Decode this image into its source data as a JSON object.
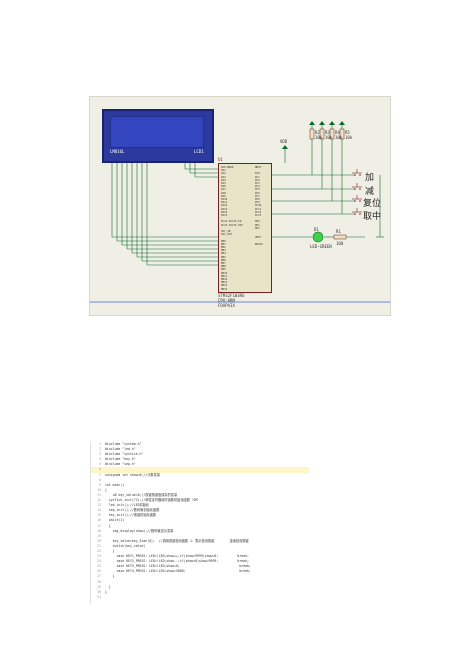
{
  "schematic": {
    "lcd_part": "LM016L",
    "lcd_ref": "LCD1",
    "mcu_ref": "U1",
    "mcu_part": "STM32F103R6",
    "mcu_sub1": "CPU:ARM",
    "mcu_sub2": "FOXPAIX",
    "mcu_pins_left": [
      "PA0-WKUP",
      "PA1",
      "PA2",
      "PA3",
      "PA4",
      "PA5",
      "PA6",
      "PA7",
      "PA8",
      "PA9",
      "PA10",
      "PA11",
      "PA12",
      "PA13",
      "PA14",
      "PA15",
      "",
      "PC14-OSC32_IN",
      "PC15-OSC32_OUT",
      "",
      "OSC_IN",
      "OSC_OUT",
      "",
      "PB0",
      "PB1",
      "PB2",
      "PB3",
      "PB4",
      "PB5",
      "PB6",
      "PB7",
      "PB8",
      "PB9",
      "PB10",
      "PB11",
      "PB12",
      "PB13",
      "PB14",
      "PB15"
    ],
    "mcu_pins_right": [
      "NRST",
      "",
      "PC0",
      "PC1",
      "PC2",
      "PC3",
      "PC4",
      "PC5",
      "PC6",
      "PC7",
      "PC8",
      "PC9",
      "PC10",
      "PC11",
      "PC12",
      "PC13",
      "",
      "PD0",
      "PD1",
      "PD2",
      "",
      "",
      "VBAT",
      "",
      "BOOT0"
    ],
    "vdd_label": "VDD",
    "resistor_labels": [
      "R2",
      "R3",
      "R4",
      "R5"
    ],
    "resistor_values": [
      "10k",
      "10k",
      "10k",
      "10k"
    ],
    "led_ref": "D1",
    "led_part": "LED-GREEN",
    "r1_ref": "R1",
    "r1_value": "100",
    "buttons": [
      "加",
      "减",
      "复位",
      "取中"
    ],
    "colors": {
      "wire": "#0a6b2a",
      "power": "#0a6b2a",
      "part_outline": "#7a1f1f",
      "lcd_bg": "#2c3aa0",
      "bottom_line": "#4060d8"
    }
  },
  "code": {
    "lines": [
      {
        "n": "1",
        "t": "#include \"system.h\""
      },
      {
        "n": "2",
        "t": "#include \"led.h\""
      },
      {
        "n": "3",
        "t": "#include \"systick.h\""
      },
      {
        "n": "4",
        "t": "#include \"key.h\""
      },
      {
        "n": "5",
        "t": "#include \"seg.h\""
      },
      {
        "n": "6",
        "t": ""
      },
      {
        "n": "7",
        "t": "unsigned int show=0;//计数变量"
      },
      {
        "n": "8",
        "t": ""
      },
      {
        "n": "9",
        "t": "int main()"
      },
      {
        "n": "10",
        "t": "{"
      },
      {
        "n": "11",
        "t": "    u8 key_value=0;//按键按键值保存的变量"
      },
      {
        "n": "12",
        "t": "  sysTick_init(72);//滴答定时器延时函数初始化函数 72M"
      },
      {
        "n": "13",
        "t": "  led_init();//LED初始化"
      },
      {
        "n": "14",
        "t": "  seg_init();//数码管初始化函数"
      },
      {
        "n": "15",
        "t": "  key_init();//按键初始化函数"
      },
      {
        "n": "16",
        "t": "  while(1)"
      },
      {
        "n": "17",
        "t": "  {"
      },
      {
        "n": "18",
        "t": "    seg_display(show);//数码管显示变量"
      },
      {
        "n": "19",
        "t": ""
      },
      {
        "n": "20",
        "t": "    key_value=key_Scan(0);  //调用按键检测函数 1：表示检测按键        连续检测按键"
      },
      {
        "n": "21",
        "t": "    switch(key_value)"
      },
      {
        "n": "22",
        "t": "    {"
      },
      {
        "n": "23",
        "t": "      case KEY1_PRESS: LED=!LED;show++;if(show>9999)show=0;          break;"
      },
      {
        "n": "24",
        "t": "      case KEY2_PRESS: LED=!LED;show--;if(show<0)show=9999;          break;"
      },
      {
        "n": "25",
        "t": "      case KEY3_PRESS: LED=!LED;show=0;                               break;"
      },
      {
        "n": "26",
        "t": "      case KEY4_PRESS: LED=!LED;show=5000;                            break;"
      },
      {
        "n": "27",
        "t": "    }"
      },
      {
        "n": "28",
        "t": ""
      },
      {
        "n": "29",
        "t": "  }"
      },
      {
        "n": "30",
        "t": "}"
      },
      {
        "n": "31",
        "t": ""
      }
    ]
  }
}
